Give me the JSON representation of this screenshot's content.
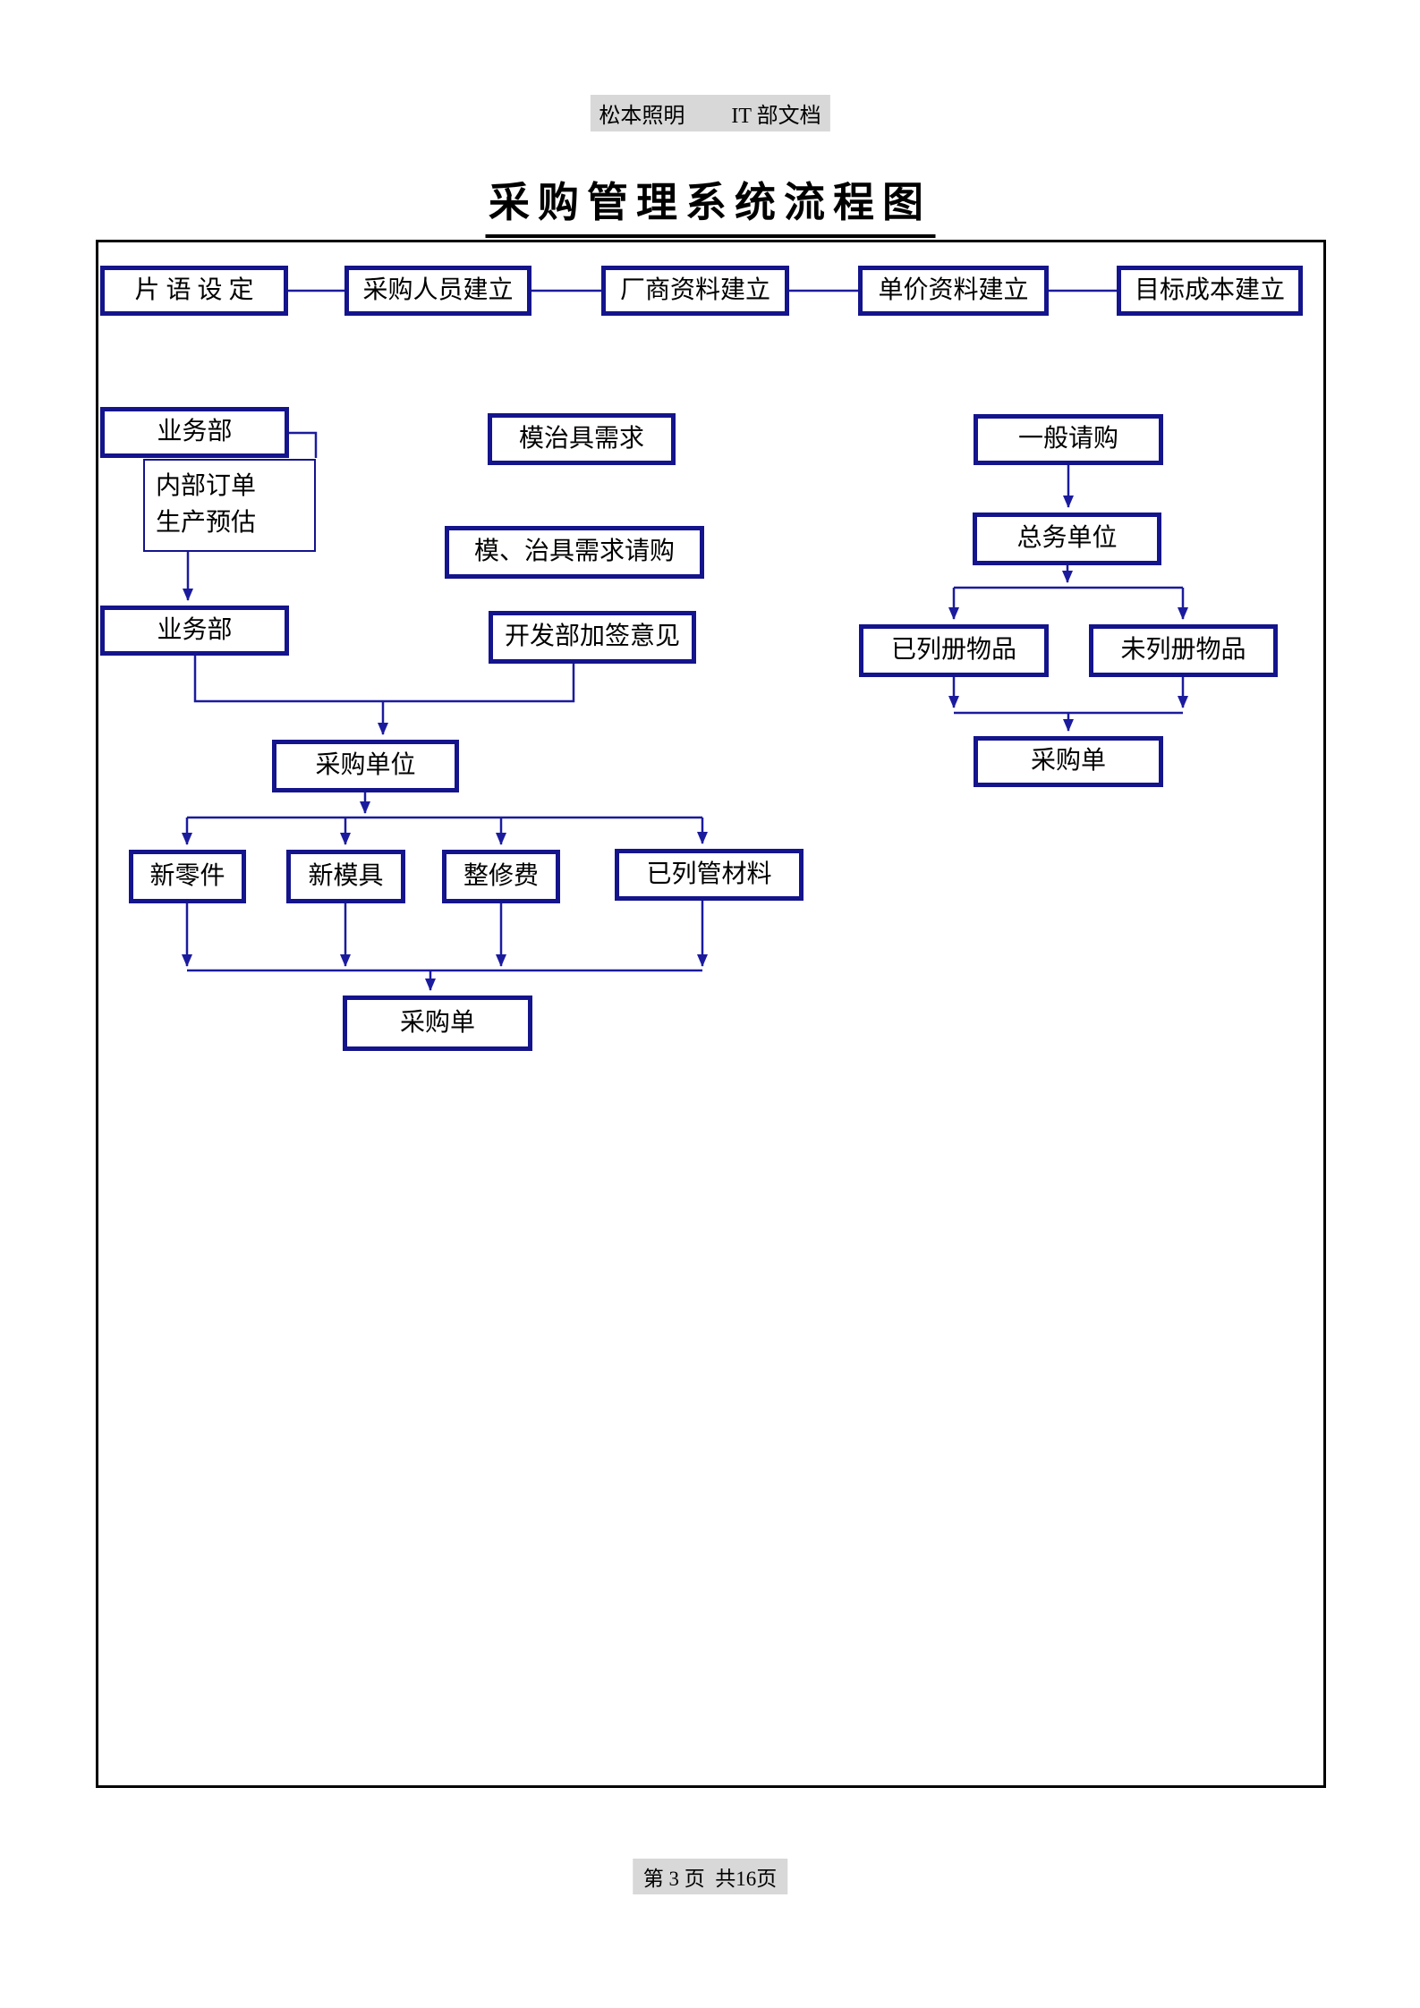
{
  "header": {
    "company": "松本照明",
    "doc": "IT 部文档"
  },
  "title": "采购管理系统流程图",
  "footer": {
    "page_info": "第 3 页  共16页"
  },
  "colors": {
    "box_border": "#14148c",
    "connector": "#1b1b9e",
    "frame_border": "#000000",
    "highlight_bg": "#d8d8d8",
    "text_color": "#000000"
  },
  "flowchart": {
    "setup_row": [
      {
        "label": "片 语 设 定"
      },
      {
        "label": "采购人员建立"
      },
      {
        "label": "厂商资料建立"
      },
      {
        "label": "单价资料建立"
      },
      {
        "label": "目标成本建立"
      }
    ],
    "left": {
      "business_dept_top": "业务部",
      "note_line1": "内部订单",
      "note_line2": "生产预估",
      "business_dept_bottom": "业务部",
      "purchase_unit": "采购单位",
      "branches": [
        "新零件",
        "新模具",
        "整修费",
        "已列管材料"
      ],
      "purchase_order": "采购单"
    },
    "middle": {
      "mold_demand": "模治具需求",
      "mold_request": "模、治具需求请购",
      "dev_signoff": "开发部加签意见"
    },
    "right": {
      "general_request": "一般请购",
      "general_affairs_unit": "总务单位",
      "listed_items": "已列册物品",
      "unlisted_items": "未列册物品",
      "purchase_order": "采购单"
    }
  }
}
